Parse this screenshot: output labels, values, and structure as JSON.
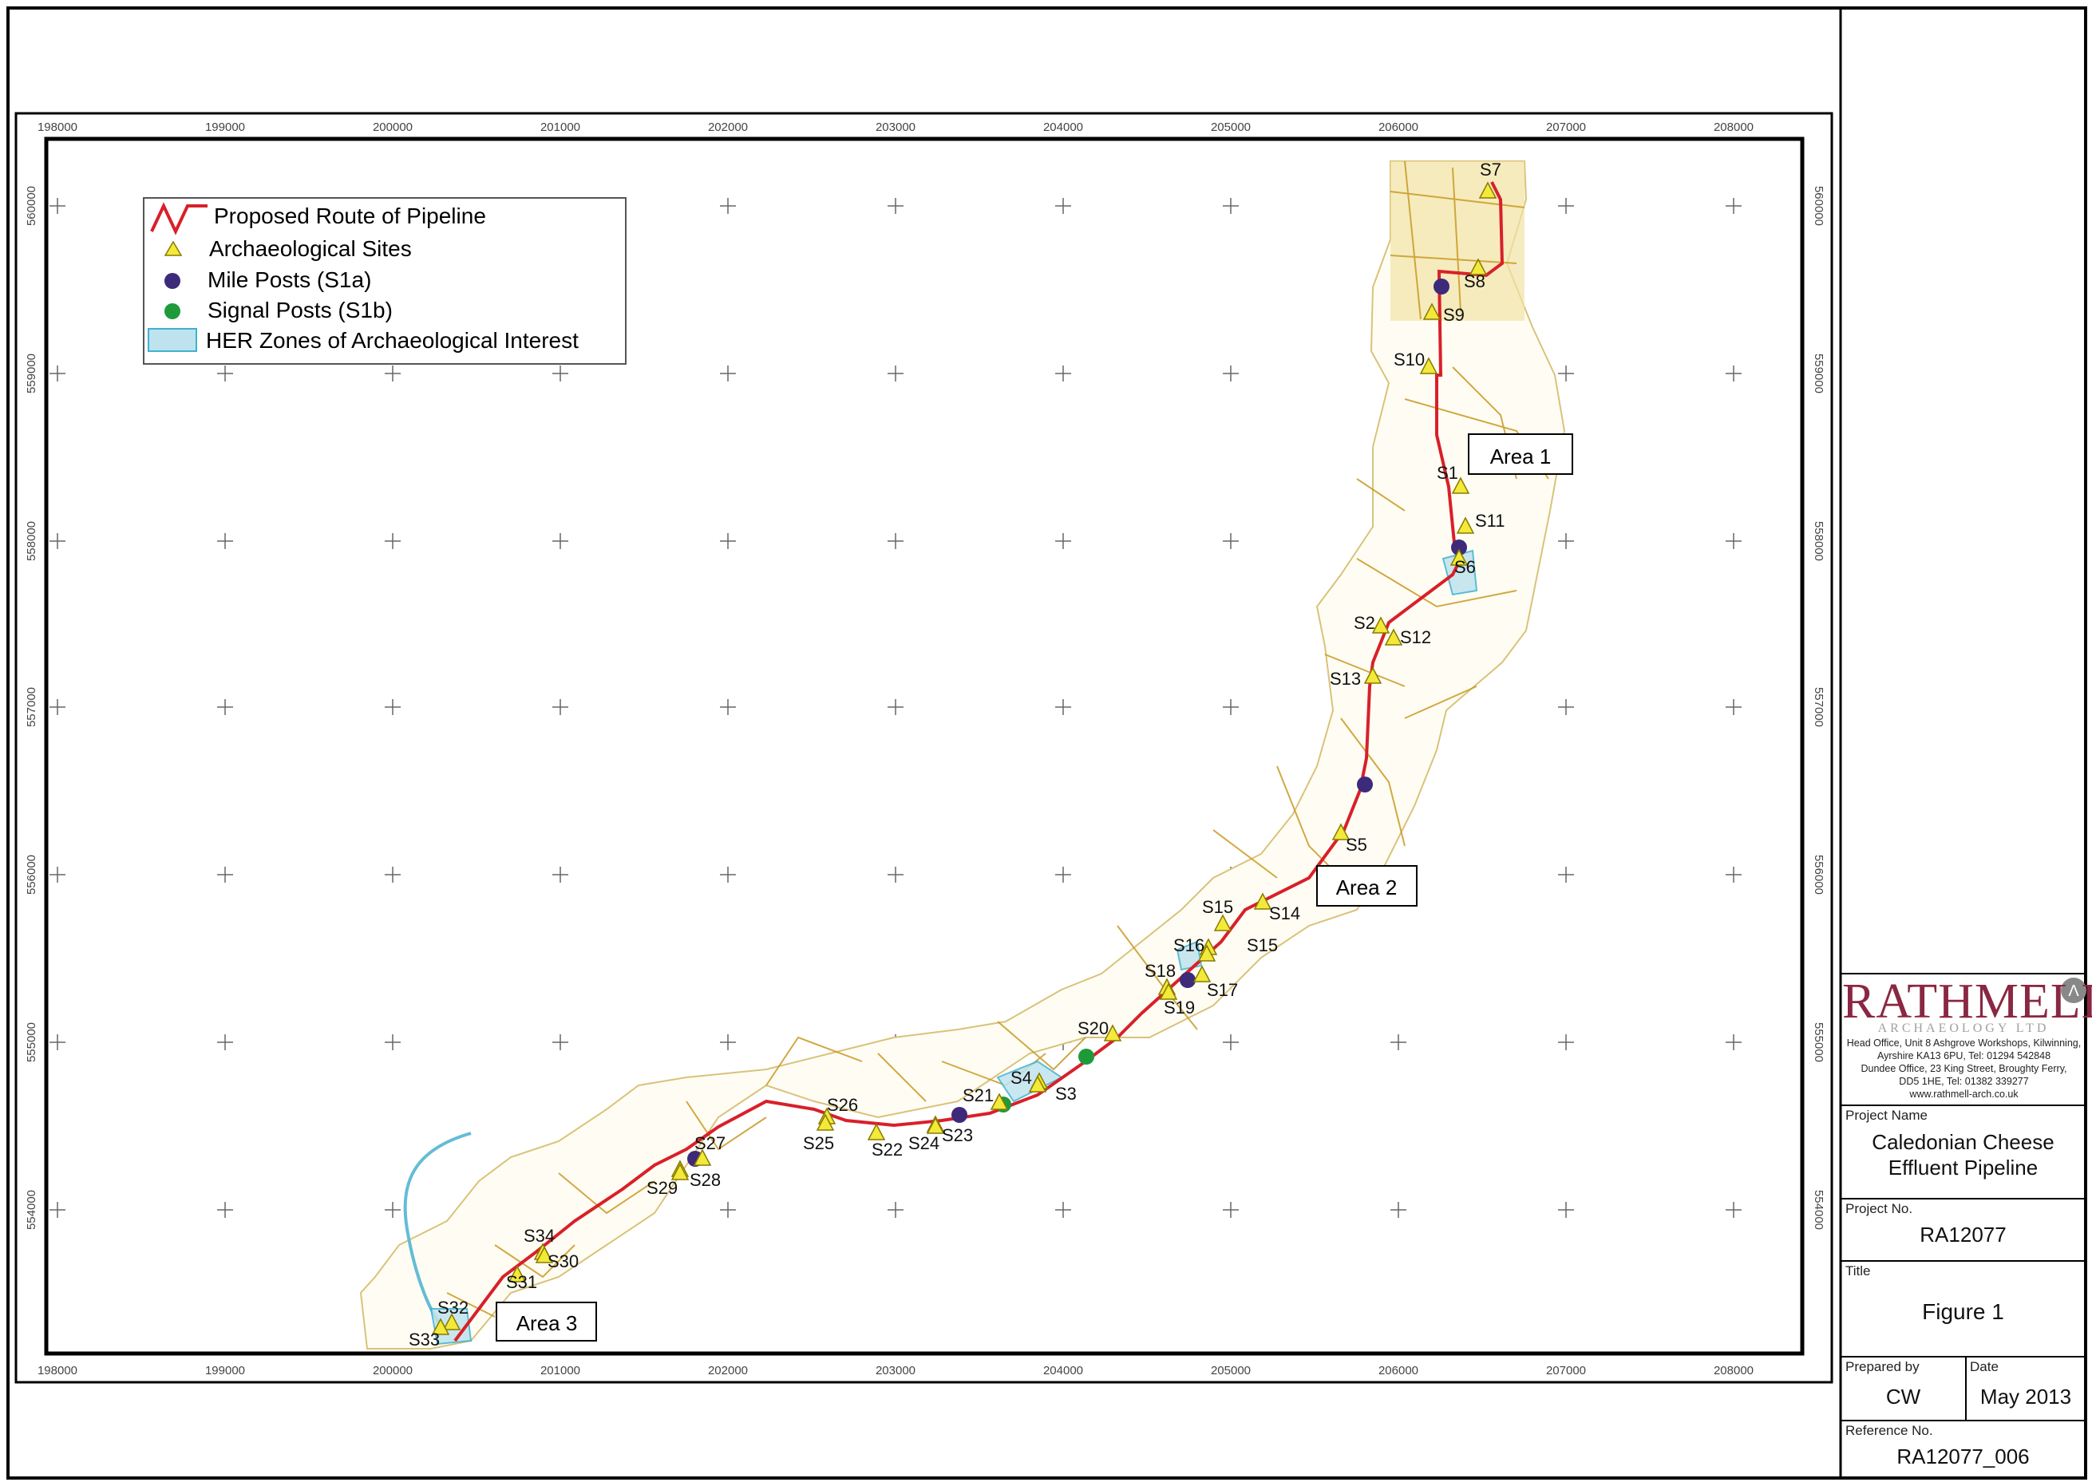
{
  "grid": {
    "eastings": [
      "198000",
      "199000",
      "200000",
      "201000",
      "202000",
      "203000",
      "204000",
      "205000",
      "206000",
      "207000",
      "208000"
    ],
    "northings": [
      "560000",
      "559000",
      "558000",
      "557000",
      "556000",
      "555000",
      "554000"
    ]
  },
  "legend": {
    "route": "Proposed Route of Pipeline",
    "sites": "Archaeological Sites",
    "mileposts": "Mile Posts (S1a)",
    "signalposts": "Signal Posts (S1b)",
    "her": "HER Zones of Archaeological Interest"
  },
  "areas": [
    "Area 1",
    "Area 2",
    "Area 3"
  ],
  "site_labels": [
    "S7",
    "S8",
    "S9",
    "S10",
    "S1",
    "S11",
    "S6",
    "S2",
    "S12",
    "S13",
    "S5",
    "S14",
    "S15",
    "S15",
    "S16",
    "S18",
    "S17",
    "S19",
    "S20",
    "S4",
    "S3",
    "S21",
    "S26",
    "S25",
    "S22",
    "S24",
    "S23",
    "S27",
    "S28",
    "S29",
    "S34",
    "S30",
    "S31",
    "S32",
    "S33"
  ],
  "titleblock": {
    "logo_name": "RATHMELL",
    "logo_sub": "ARCHAEOLOGY LTD",
    "address1": "Head Office, Unit 8 Ashgrove Workshops, Kilwinning,",
    "address2": "Ayrshire KA13 6PU, Tel: 01294 542848",
    "address3": "Dundee Office, 23 King Street, Broughty Ferry,",
    "address4": "DD5 1HE, Tel: 01382 339277",
    "address5": "www.rathmell-arch.co.uk",
    "project_name_label": "Project Name",
    "project_name_1": "Caledonian Cheese",
    "project_name_2": "Effluent Pipeline",
    "project_no_label": "Project No.",
    "project_no": "RA12077",
    "title_label": "Title",
    "title": "Figure 1",
    "prepared_label": "Prepared by",
    "prepared": "CW",
    "date_label": "Date",
    "date": "May 2013",
    "ref_label": "Reference No.",
    "ref": "RA12077_006"
  },
  "colors": {
    "route": "#d8202a",
    "site": "#f2e93a",
    "milepost": "#3d2a7a",
    "signalpost": "#1f9a3a",
    "her": "#bfe3ee",
    "her_stroke": "#3fb2cf",
    "roads": "#d9b84a",
    "logo": "#8a2742"
  }
}
